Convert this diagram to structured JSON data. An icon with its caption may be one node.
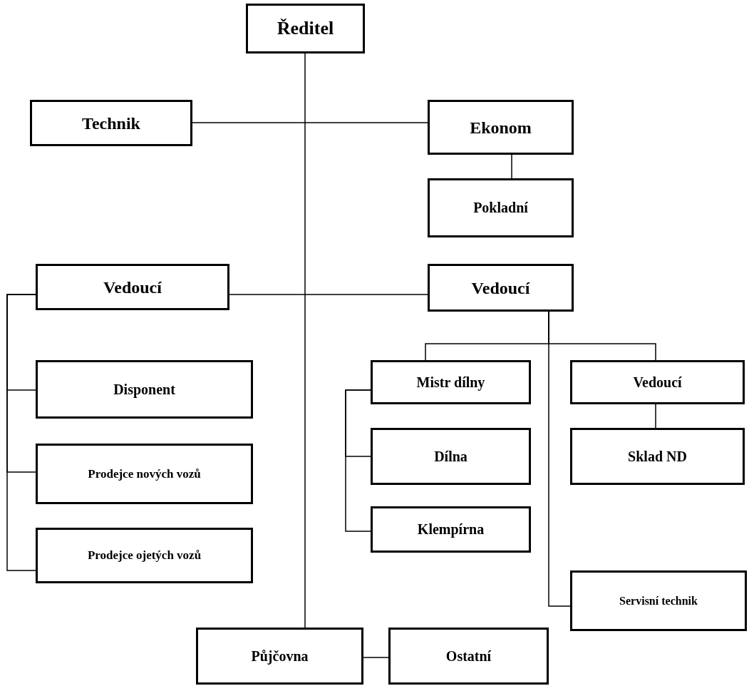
{
  "diagram": {
    "nodes": [
      {
        "text": [
          "Ředitel"
        ]
      },
      {
        "text": [
          "Technik"
        ]
      },
      {
        "text": [
          "Ekonom"
        ]
      },
      {
        "text": [
          "Pokladní"
        ]
      },
      {
        "text": [
          "Vedoucí"
        ]
      },
      {
        "text": [
          "Vedoucí"
        ]
      },
      {
        "text": [
          "Disponent"
        ]
      },
      {
        "text": [
          "Prodejce nových vozů"
        ]
      },
      {
        "text": [
          "Prodejce ojetých vozů"
        ]
      },
      {
        "text": [
          "Mistr dílny"
        ]
      },
      {
        "text": [
          "Dílna"
        ]
      },
      {
        "text": [
          "Klempírna"
        ]
      },
      {
        "text": [
          "Vedoucí"
        ]
      },
      {
        "text": [
          "Sklad ND"
        ]
      },
      {
        "text": [
          "Servisní technik"
        ]
      },
      {
        "text": [
          "Půjčovna"
        ]
      },
      {
        "text": [
          "Ostatní"
        ]
      }
    ],
    "edges": [
      {
        "from": 1,
        "to": 2,
        "arrow": "none"
      },
      {
        "from": 2,
        "to": 3,
        "arrow": "none"
      },
      {
        "from": 4,
        "to": 5,
        "arrow": "none"
      },
      {
        "from": 0,
        "to": 15,
        "arrow": "none"
      },
      {
        "from": 4,
        "to": 6,
        "arrow": "none"
      },
      {
        "from": 4,
        "to": 7,
        "arrow": "none"
      },
      {
        "from": 4,
        "to": 8,
        "arrow": "none"
      },
      {
        "from": 5,
        "to": 9,
        "arrow": "none"
      },
      {
        "from": 5,
        "to": 12,
        "arrow": "none"
      },
      {
        "from": 5,
        "to": 14,
        "arrow": "none"
      },
      {
        "from": 9,
        "to": 10,
        "arrow": "none"
      },
      {
        "from": 9,
        "to": 11,
        "arrow": "none"
      },
      {
        "from": 12,
        "to": 13,
        "arrow": "none"
      },
      {
        "from": 15,
        "to": 16,
        "arrow": "none"
      }
    ]
  }
}
